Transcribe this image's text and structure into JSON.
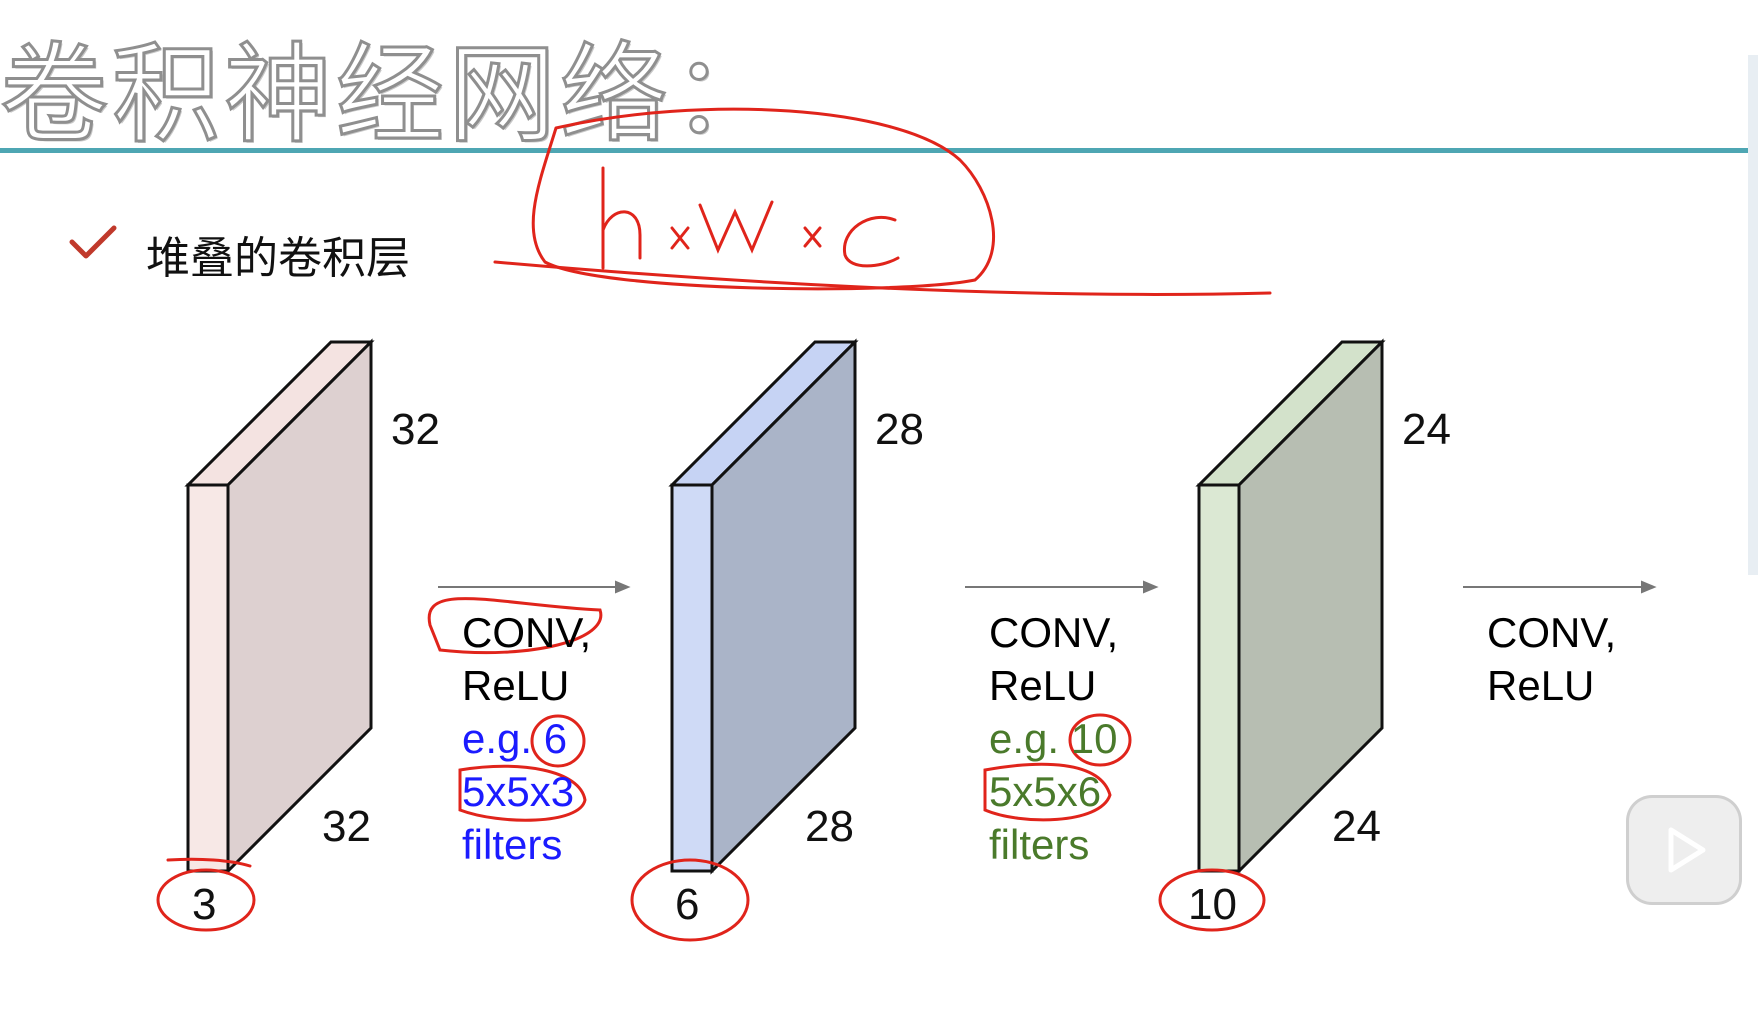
{
  "slide": {
    "title": "卷积神经网络：",
    "bullet": "堆叠的卷积层",
    "accent_color": "#4ea6b3",
    "check_icon": "check-icon",
    "handwriting": "h×w×c"
  },
  "layers": [
    {
      "height": "32",
      "width": "32",
      "depth": "3",
      "face_color": "#f7e8e6",
      "side_color": "#ddd0d0"
    },
    {
      "height": "28",
      "width": "28",
      "depth": "6",
      "face_color": "#cfdaf6",
      "side_color": "#aab4c8"
    },
    {
      "height": "24",
      "width": "24",
      "depth": "10",
      "face_color": "#dbe8d3",
      "side_color": "#b7beb2"
    }
  ],
  "operations": [
    {
      "line1": "CONV,",
      "line2": "ReLU",
      "line3": "e.g. 6",
      "line4": "5x5x3",
      "line5": "filters",
      "color": "#1b1bff"
    },
    {
      "line1": "CONV,",
      "line2": "ReLU",
      "line3": "e.g. 10",
      "line4": "5x5x6",
      "line5": "filters",
      "color": "#4a7a2b"
    },
    {
      "line1": "CONV,",
      "line2": "ReLU"
    }
  ],
  "annotation_color": "#e0241b"
}
